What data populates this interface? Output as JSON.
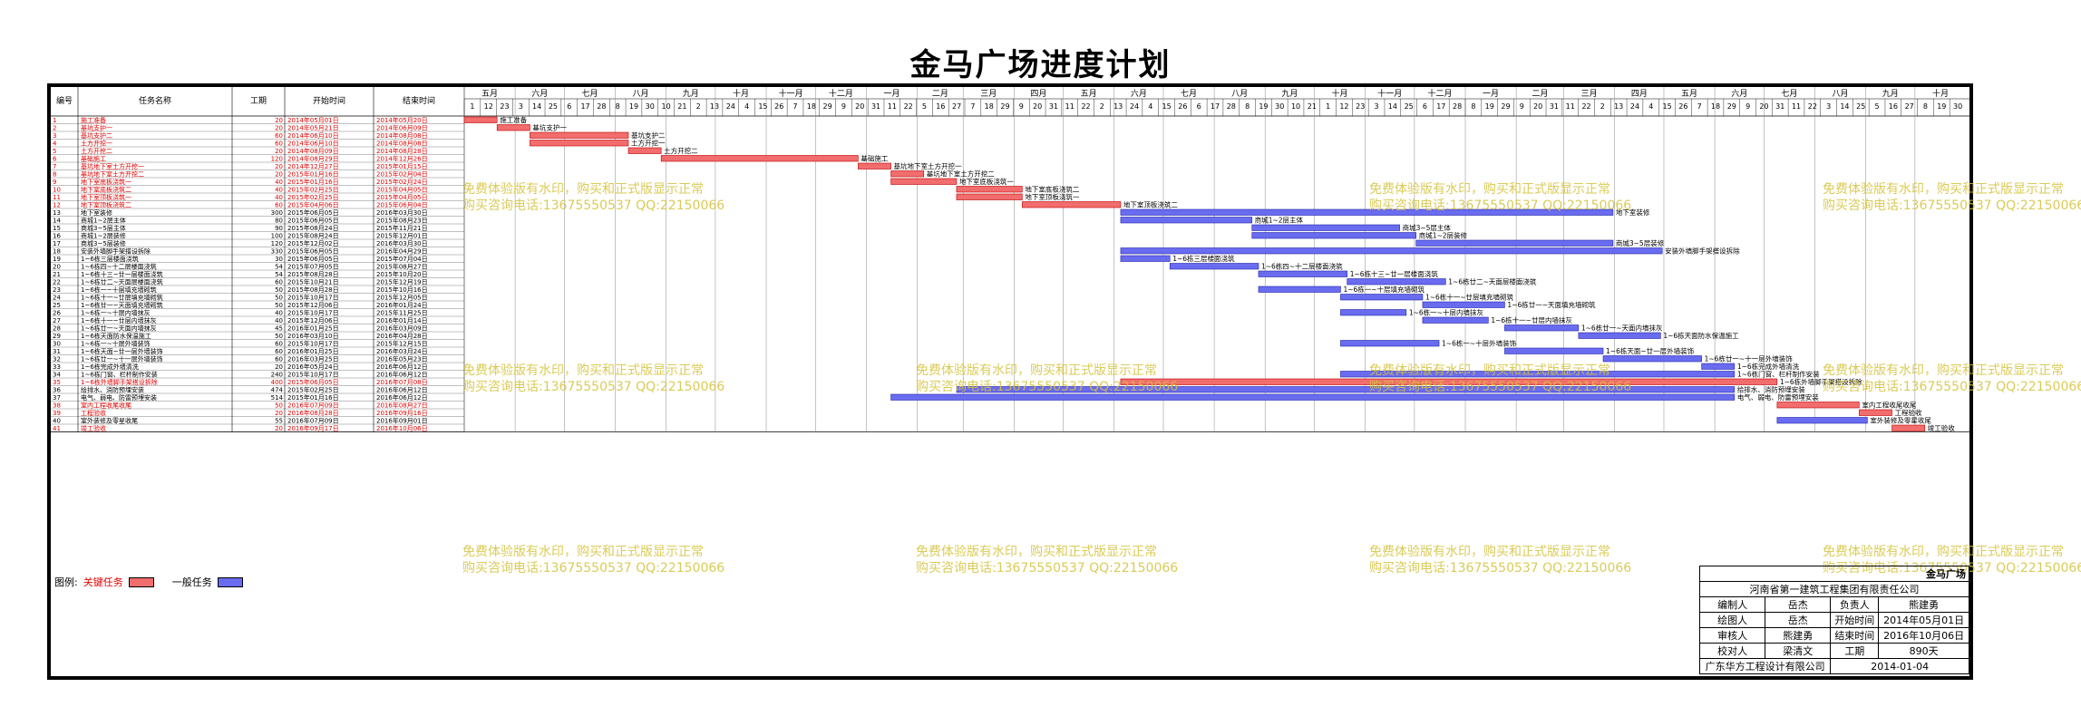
{
  "title": "金马广场进度计划",
  "header": {
    "no": "编号",
    "name": "任务名称",
    "dur": "工期",
    "start": "开始时间",
    "end": "结束时间"
  },
  "timeline": {
    "months": [
      "五月",
      "六月",
      "七月",
      "八月",
      "九月",
      "十月",
      "十一月",
      "十二月",
      "一月",
      "二月",
      "三月",
      "四月",
      "五月",
      "六月",
      "七月",
      "八月",
      "九月",
      "十月",
      "十一月",
      "十二月",
      "一月",
      "二月",
      "三月",
      "四月",
      "五月",
      "六月",
      "七月",
      "八月",
      "九月",
      "十月"
    ],
    "day_ticks": [
      "1",
      "12",
      "23",
      "3",
      "14",
      "25",
      "6",
      "17",
      "28",
      "8",
      "19",
      "30",
      "10",
      "21",
      "2",
      "13",
      "24",
      "4",
      "15",
      "26",
      "7",
      "18",
      "29",
      "9",
      "20",
      "31",
      "11",
      "22",
      "5",
      "16",
      "27",
      "7",
      "18",
      "29",
      "9",
      "20",
      "31",
      "11",
      "22",
      "2",
      "13",
      "24",
      "4",
      "15",
      "26",
      "6",
      "17",
      "28",
      "8",
      "19",
      "30",
      "10",
      "21",
      "1",
      "12",
      "23",
      "3",
      "14",
      "25",
      "6",
      "17",
      "28",
      "8",
      "19",
      "29",
      "9",
      "20",
      "31",
      "11",
      "22",
      "2",
      "13",
      "24",
      "4",
      "15",
      "26",
      "7",
      "18",
      "29",
      "9",
      "20",
      "31",
      "11",
      "22",
      "3",
      "14",
      "25",
      "5",
      "16",
      "27",
      "8",
      "19",
      "30"
    ]
  },
  "chart_data": {
    "type": "gantt",
    "title": "金马广场进度计划",
    "project_start": "2014-05-01",
    "tasks": [
      {
        "no": "1",
        "name": "施工准备",
        "dur": "20",
        "start": "2014年05月01日",
        "end": "2014年05月20日",
        "critical": true
      },
      {
        "no": "2",
        "name": "基坑支护一",
        "dur": "20",
        "start": "2014年05月21日",
        "end": "2014年06月09日",
        "critical": true
      },
      {
        "no": "3",
        "name": "基坑支护二",
        "dur": "60",
        "start": "2014年06月10日",
        "end": "2014年08月08日",
        "critical": true
      },
      {
        "no": "4",
        "name": "土方开挖一",
        "dur": "60",
        "start": "2014年06月10日",
        "end": "2014年08月08日",
        "critical": true
      },
      {
        "no": "5",
        "name": "土方开挖二",
        "dur": "20",
        "start": "2014年08月09日",
        "end": "2014年08月28日",
        "critical": true
      },
      {
        "no": "6",
        "name": "基础施工",
        "dur": "120",
        "start": "2014年08月29日",
        "end": "2014年12月26日",
        "critical": true
      },
      {
        "no": "7",
        "name": "基坑地下室土方开挖一",
        "dur": "20",
        "start": "2014年12月27日",
        "end": "2015年01月15日",
        "critical": true
      },
      {
        "no": "8",
        "name": "基坑地下室土方开挖二",
        "dur": "20",
        "start": "2015年01月16日",
        "end": "2015年02月04日",
        "critical": true
      },
      {
        "no": "9",
        "name": "地下室底板浇筑一",
        "dur": "40",
        "start": "2015年01月16日",
        "end": "2015年02月24日",
        "critical": true
      },
      {
        "no": "10",
        "name": "地下室底板浇筑二",
        "dur": "40",
        "start": "2015年02月25日",
        "end": "2015年04月05日",
        "critical": true
      },
      {
        "no": "11",
        "name": "地下室顶板浇筑一",
        "dur": "40",
        "start": "2015年02月25日",
        "end": "2015年04月05日",
        "critical": true
      },
      {
        "no": "12",
        "name": "地下室顶板浇筑二",
        "dur": "60",
        "start": "2015年04月06日",
        "end": "2015年06月04日",
        "critical": true
      },
      {
        "no": "13",
        "name": "地下室装修",
        "dur": "300",
        "start": "2015年06月05日",
        "end": "2016年03月30日",
        "critical": false
      },
      {
        "no": "14",
        "name": "商城1~2层主体",
        "dur": "80",
        "start": "2015年06月05日",
        "end": "2015年08月23日",
        "critical": false
      },
      {
        "no": "15",
        "name": "商城3~5层主体",
        "dur": "90",
        "start": "2015年08月24日",
        "end": "2015年11月21日",
        "critical": false
      },
      {
        "no": "16",
        "name": "商城1~2层装修",
        "dur": "100",
        "start": "2015年08月24日",
        "end": "2015年12月01日",
        "critical": false
      },
      {
        "no": "17",
        "name": "商城3~5层装修",
        "dur": "120",
        "start": "2015年12月02日",
        "end": "2016年03月30日",
        "critical": false
      },
      {
        "no": "18",
        "name": "安装外墙脚手架搭设拆除",
        "dur": "330",
        "start": "2015年06月05日",
        "end": "2016年04月29日",
        "critical": false
      },
      {
        "no": "19",
        "name": "1~6栋三层楼面浇筑",
        "dur": "30",
        "start": "2015年06月05日",
        "end": "2015年07月04日",
        "critical": false
      },
      {
        "no": "20",
        "name": "1~6栋四~十二层楼面浇筑",
        "dur": "54",
        "start": "2015年07月05日",
        "end": "2015年08月27日",
        "critical": false
      },
      {
        "no": "21",
        "name": "1~6栋十三~廿一层楼面浇筑",
        "dur": "54",
        "start": "2015年08月28日",
        "end": "2015年10月20日",
        "critical": false
      },
      {
        "no": "22",
        "name": "1~6栋廿二~天面层楼面浇筑",
        "dur": "60",
        "start": "2015年10月21日",
        "end": "2015年12月19日",
        "critical": false
      },
      {
        "no": "23",
        "name": "1~6栋一~十层填充墙砌筑",
        "dur": "50",
        "start": "2015年08月28日",
        "end": "2015年10月16日",
        "critical": false
      },
      {
        "no": "24",
        "name": "1~6栋十一~廿层填充墙砌筑",
        "dur": "50",
        "start": "2015年10月17日",
        "end": "2015年12月05日",
        "critical": false
      },
      {
        "no": "25",
        "name": "1~6栋廿一~天面填充墙砌筑",
        "dur": "50",
        "start": "2015年12月06日",
        "end": "2016年01月24日",
        "critical": false
      },
      {
        "no": "26",
        "name": "1~6栋一~十层内墙抹灰",
        "dur": "40",
        "start": "2015年10月17日",
        "end": "2015年11月25日",
        "critical": false
      },
      {
        "no": "27",
        "name": "1~6栋十一~廿层内墙抹灰",
        "dur": "40",
        "start": "2015年12月06日",
        "end": "2016年01月14日",
        "critical": false
      },
      {
        "no": "28",
        "name": "1~6栋廿一~天面内墙抹灰",
        "dur": "45",
        "start": "2016年01月25日",
        "end": "2016年03月09日",
        "critical": false
      },
      {
        "no": "29",
        "name": "1~6栋天面防水保温施工",
        "dur": "50",
        "start": "2016年03月10日",
        "end": "2016年04月28日",
        "critical": false
      },
      {
        "no": "30",
        "name": "1~6栋一~十层外墙装饰",
        "dur": "60",
        "start": "2015年10月17日",
        "end": "2015年12月15日",
        "critical": false
      },
      {
        "no": "31",
        "name": "1~6栋天面~廿一层外墙装饰",
        "dur": "60",
        "start": "2016年01月25日",
        "end": "2016年03月24日",
        "critical": false
      },
      {
        "no": "32",
        "name": "1~6栋廿一~十一层外墙装饰",
        "dur": "60",
        "start": "2016年03月25日",
        "end": "2016年05月23日",
        "critical": false
      },
      {
        "no": "33",
        "name": "1~6栋完成外墙清洗",
        "dur": "20",
        "start": "2016年05月24日",
        "end": "2016年06月12日",
        "critical": false
      },
      {
        "no": "34",
        "name": "1~6栋门窗、栏杆制作安装",
        "dur": "240",
        "start": "2015年10月17日",
        "end": "2016年06月12日",
        "critical": false
      },
      {
        "no": "35",
        "name": "1~6栋外墙脚手架搭设拆除",
        "dur": "400",
        "start": "2015年06月05日",
        "end": "2016年07月08日",
        "critical": true
      },
      {
        "no": "36",
        "name": "给排水、消防预埋安装",
        "dur": "474",
        "start": "2015年02月25日",
        "end": "2016年06月12日",
        "critical": false
      },
      {
        "no": "37",
        "name": "电气、弱电、防雷预埋安装",
        "dur": "514",
        "start": "2015年01月16日",
        "end": "2016年06月12日",
        "critical": false
      },
      {
        "no": "38",
        "name": "室内工程收尾收尾",
        "dur": "50",
        "start": "2016年07月09日",
        "end": "2016年08月27日",
        "critical": true
      },
      {
        "no": "39",
        "name": "工程验收",
        "dur": "20",
        "start": "2016年08月28日",
        "end": "2016年09月16日",
        "critical": true
      },
      {
        "no": "40",
        "name": "室外装修及零星收尾",
        "dur": "55",
        "start": "2016年07月09日",
        "end": "2016年09月01日",
        "critical": false
      },
      {
        "no": "41",
        "name": "竣工验收",
        "dur": "20",
        "start": "2016年09月17日",
        "end": "2016年10月06日",
        "critical": true
      }
    ]
  },
  "legend": {
    "label": "图例:",
    "critical": "关键任务",
    "normal": "一般任务"
  },
  "watermark": {
    "line1": "免费体验版有水印，购买和正式版显示正常",
    "line2": "购买咨询电话:13675550537 QQ:22150066"
  },
  "title_block": {
    "project": "金马广场",
    "company": "河南省第一建筑工程集团有限责任公司",
    "rows": [
      [
        "编制人",
        "岳杰",
        "负责人",
        "熊建勇"
      ],
      [
        "绘图人",
        "岳杰",
        "开始时间",
        "2014年05月01日"
      ],
      [
        "审核人",
        "熊建勇",
        "结束时间",
        "2016年10月06日"
      ],
      [
        "校对人",
        "梁清文",
        "工期",
        "890天"
      ]
    ],
    "footer_company": "广东华方工程设计有限公司",
    "footer_date": "2014-01-04"
  },
  "colors": {
    "critical": "#f26d6d",
    "normal": "#6a6cf0",
    "wm": "#d4c23a"
  }
}
